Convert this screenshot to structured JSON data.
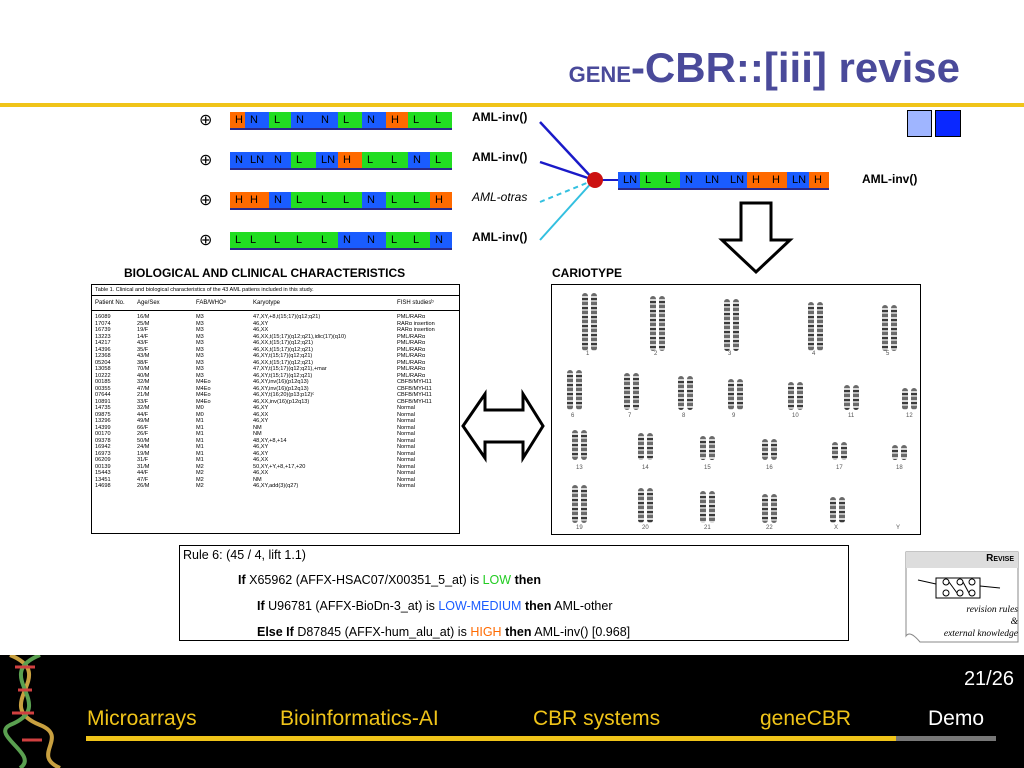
{
  "title": {
    "prefix": "GENE",
    "main": "-CBR::[iii] revise"
  },
  "colors": {
    "H": "#ff6a00",
    "N": "#1a5cff",
    "L": "#22dd22",
    "LN": "#1a5cff",
    "accent": "#f0c419",
    "title": "#4a4a9a",
    "low": "#22cc22",
    "lowmedium": "#1a5cff",
    "high": "#ff6a00"
  },
  "cases": [
    {
      "symbol": "⊕",
      "cells": [
        "H",
        "N",
        "L",
        "N",
        "N",
        "L",
        "N",
        "H",
        "L",
        "L"
      ],
      "label": "AML-inv()",
      "italic": false
    },
    {
      "symbol": "⊕",
      "cells": [
        "N",
        "LN",
        "N",
        "L",
        "LN",
        "H",
        "L",
        "L",
        "N",
        "L"
      ],
      "label": "AML-inv()",
      "italic": false
    },
    {
      "symbol": "⊕",
      "cells": [
        "H",
        "H",
        "N",
        "L",
        "L",
        "L",
        "N",
        "L",
        "L",
        "H"
      ],
      "label": "AML-otras",
      "italic": true
    },
    {
      "symbol": "⊕",
      "cells": [
        "L",
        "L",
        "L",
        "L",
        "L",
        "N",
        "N",
        "L",
        "L",
        "N"
      ],
      "label": "AML-inv()",
      "italic": false
    }
  ],
  "result": {
    "cells": [
      "LN",
      "L",
      "L",
      "N",
      "LN",
      "LN",
      "H",
      "H",
      "LN",
      "H"
    ],
    "label": "AML-inv()"
  },
  "headings": {
    "bio": "BIOLOGICAL AND CLINICAL CHARACTERISTICS",
    "cario": "CARIOTYPE"
  },
  "table": {
    "caption": "Table 1. Clinical and biological characteristics of the 43 AML patiens included in this study.",
    "headers": [
      "Patient No.",
      "Age/Sex",
      "FAB/WHOᵃ",
      "Karyotype",
      "FISH studiesᵇ"
    ],
    "rows": [
      [
        "16089",
        "16/M",
        "M3",
        "47,XY,+8,t(15;17)(q12;q21)",
        "PML/RARα"
      ],
      [
        "17074",
        "25/M",
        "M3",
        "46,XY",
        "RARα insertion"
      ],
      [
        "16739",
        "19/F",
        "M3",
        "46,XX",
        "RARα insertion"
      ],
      [
        "13223",
        "14/F",
        "M3",
        "46,XX,t(15;17)(q12;q21),idic(17)(q10)",
        "PML/RARα"
      ],
      [
        "14217",
        "43/F",
        "M3",
        "46,XX,t(15;17)(q12;q21)",
        "PML/RARα"
      ],
      [
        "14396",
        "35/F",
        "M3",
        "46,XX,t(15;17)(q12;q21)",
        "PML/RARα"
      ],
      [
        "12368",
        "43/M",
        "M3",
        "46,XY,t(15;17)(q12;q21)",
        "PML/RARα"
      ],
      [
        "05204",
        "38/F",
        "M3",
        "46,XX,t(15;17)(q12;q21)",
        "PML/RARα"
      ],
      [
        "13058",
        "70/M",
        "M3",
        "47,XY,t(15;17)(q12;q21),+mar",
        "PML/RARα"
      ],
      [
        "10222",
        "40/M",
        "M3",
        "46,XY,t(15;17)(q12;q21)",
        "PML/RARα"
      ],
      [
        "00185",
        "32/M",
        "M4Eo",
        "46,XY,inv(16)(p12q13)",
        "CBFB/MYH11"
      ],
      [
        "00355",
        "47/M",
        "M4Eo",
        "46,XY,inv(16)(p12q13)",
        "CBFB/MYH11"
      ],
      [
        "07644",
        "21/M",
        "M4Eo",
        "46,XY,t(16;20)(p13;p12)ᶜ",
        "CBFB/MYH11"
      ],
      [
        "10891",
        "33/F",
        "M4Eo",
        "46,XX,inv(16)(p12q13)",
        "CBFB/MYH11"
      ],
      [
        "14735",
        "32/M",
        "M0",
        "46,XY",
        "Normal"
      ],
      [
        "09875",
        "44/F",
        "M0",
        "46,XX",
        "Normal"
      ],
      [
        "13296",
        "49/M",
        "M1",
        "46,XY",
        "Normal"
      ],
      [
        "14399",
        "66/F",
        "M1",
        "NM",
        "Normal"
      ],
      [
        "00170",
        "26/F",
        "M1",
        "NM",
        "Normal"
      ],
      [
        "09378",
        "50/M",
        "M1",
        "48,XY,+8,+14",
        "Normal"
      ],
      [
        "16942",
        "24/M",
        "M1",
        "46,XY",
        "Normal"
      ],
      [
        "16973",
        "19/M",
        "M1",
        "46,XY",
        "Normal"
      ],
      [
        "06209",
        "31/F",
        "M1",
        "46,XX",
        "Normal"
      ],
      [
        "00139",
        "31/M",
        "M2",
        "50,XY,+Y,+8,+17,+20",
        "Normal"
      ],
      [
        "15443",
        "44/F",
        "M2",
        "46,XX",
        "Normal"
      ],
      [
        "13451",
        "47/F",
        "M2",
        "NM",
        "Normal"
      ],
      [
        "14698",
        "26/M",
        "M2",
        "46,XY,add(3)(q27)",
        "Normal"
      ]
    ]
  },
  "karyotype_labels": [
    "1",
    "2",
    "3",
    "4",
    "5",
    "6",
    "7",
    "8",
    "9",
    "10",
    "11",
    "12",
    "13",
    "14",
    "15",
    "16",
    "17",
    "18",
    "19",
    "20",
    "21",
    "22",
    "X",
    "Y"
  ],
  "rule": {
    "head": "Rule 6:   (45 / 4, lift 1.1)",
    "l1": {
      "kw1": "If",
      "gene": "X65962 (AFFX-HSAC07/X00351_5_at) is",
      "level": "LOW",
      "kw2": "then"
    },
    "l2": {
      "kw1": "If",
      "gene": "U96781 (AFFX-BioDn-3_at) is",
      "level": "LOW-MEDIUM",
      "kw2": "then",
      "out": "AML-other"
    },
    "l3": {
      "kw1": "Else If",
      "gene": "D87845 (AFFX-hum_alu_at) is",
      "level": "HIGH",
      "kw2": "then",
      "out": "AML-inv() [0.968]"
    }
  },
  "revise": {
    "title": "Revise",
    "line1": "revision rules",
    "line2": "&",
    "line3": "external knowledge"
  },
  "footer": {
    "page": "21/26",
    "nav": [
      "Microarrays",
      "Bioinformatics-AI",
      "CBR systems",
      "geneCBR",
      "Demo"
    ]
  }
}
